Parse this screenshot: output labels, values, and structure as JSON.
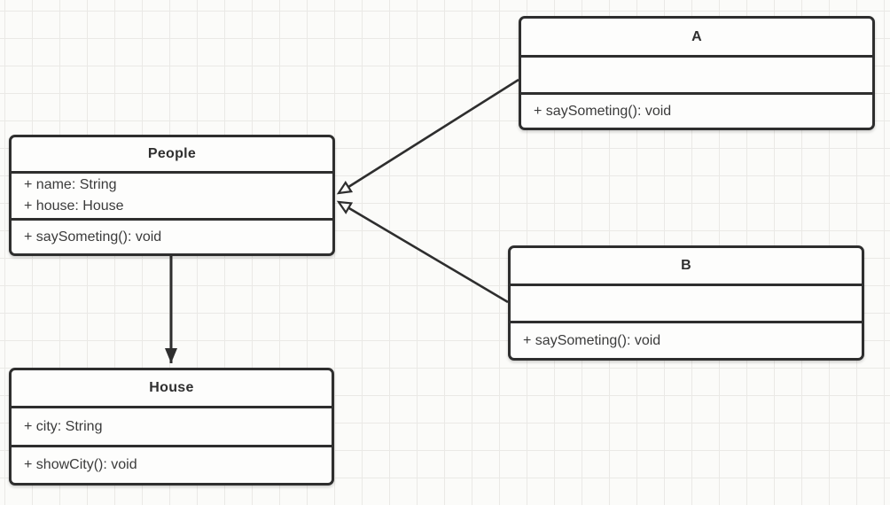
{
  "diagram": {
    "type": "uml-class-diagram",
    "classes": {
      "people": {
        "title": "People",
        "attributes": [
          "+ name: String",
          "+ house: House"
        ],
        "methods": [
          "+ saySometing(): void"
        ]
      },
      "a": {
        "title": "A",
        "attributes": [],
        "methods": [
          "+ saySometing(): void"
        ]
      },
      "b": {
        "title": "B",
        "attributes": [],
        "methods": [
          "+ saySometing(): void"
        ]
      },
      "house": {
        "title": "House",
        "attributes": [
          "+ city: String"
        ],
        "methods": [
          "+ showCity(): void"
        ]
      }
    },
    "relations": [
      {
        "from": "A",
        "to": "People",
        "type": "generalization",
        "arrowhead": "hollow-triangle"
      },
      {
        "from": "B",
        "to": "People",
        "type": "generalization",
        "arrowhead": "hollow-triangle"
      },
      {
        "from": "People",
        "to": "House",
        "type": "directed-association",
        "arrowhead": "solid-triangle"
      }
    ],
    "colors": {
      "stroke": "#2e2e2e",
      "box_fill": "#fdfdfc",
      "background": "#fbfbf9",
      "grid_line": "#eae9e6",
      "text": "#3b3b3b"
    }
  }
}
